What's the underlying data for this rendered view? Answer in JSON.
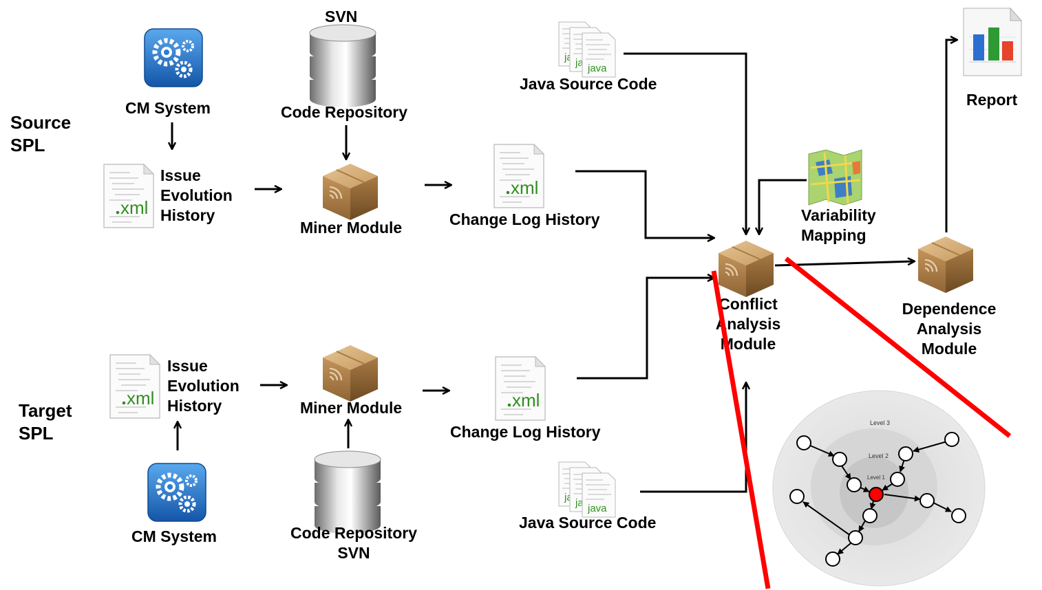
{
  "rows": {
    "source": "Source\nSPL",
    "target": "Target\nSPL"
  },
  "cm_system": {
    "top": "CM System",
    "bottom": "CM System"
  },
  "issue_history": {
    "top": "Issue\nEvolution\nHistory",
    "bottom": "Issue\nEvolution\nHistory"
  },
  "repository": {
    "top_svn": "SVN",
    "top": "Code Repository",
    "bottom": "Code Repository\nSVN"
  },
  "miner": {
    "top": "Miner Module",
    "bottom": "Miner Module"
  },
  "change_log": {
    "top": "Change Log History",
    "bottom": "Change Log History"
  },
  "java_source": {
    "top": "Java Source Code",
    "bottom": "Java Source Code"
  },
  "variability": "Variability\nMapping",
  "conflict": "Conflict\nAnalysis\nModule",
  "dependence": "Dependence\nAnalysis\nModule",
  "report": "Report",
  "icons": {
    "xml_text": "xml",
    "java_text": "java"
  },
  "levels": {
    "l1": "Level 1",
    "l2": "Level 2",
    "l3": "Level 3"
  },
  "colors": {
    "red_line": "#ff0000",
    "box": "#b08350",
    "blue_icon": "#1e6fc4",
    "center_node": "#ff0000"
  }
}
